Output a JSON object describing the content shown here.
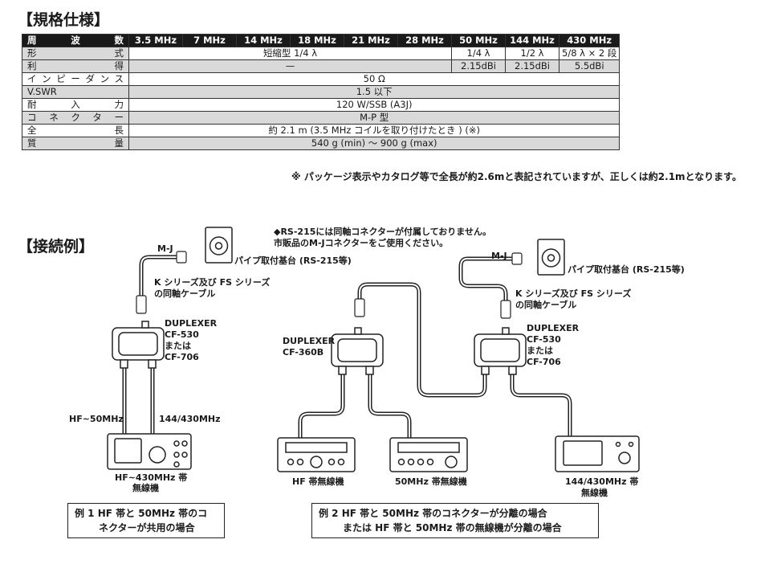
{
  "spec": {
    "heading": "【規格仕様】",
    "header_label": "周 波 数",
    "bands": [
      "3.5 MHz",
      "7 MHz",
      "14 MHz",
      "18 MHz",
      "21 MHz",
      "28 MHz",
      "50 MHz",
      "144 MHz",
      "430 MHz"
    ],
    "rows": {
      "form": {
        "label": "形式",
        "hf": "短縮型 1/4 λ",
        "b50": "1/4 λ",
        "b144": "1/2 λ",
        "b430": "5/8 λ × 2 段"
      },
      "gain": {
        "label": "利得",
        "hf": "—",
        "b50": "2.15dBi",
        "b144": "2.15dBi",
        "b430": "5.5dBi"
      },
      "impedance": {
        "label": "インピーダンス",
        "value": "50 Ω"
      },
      "vswr": {
        "label": "V.SWR",
        "value": "1.5 以下"
      },
      "power": {
        "label": "耐入力",
        "value": "120 W/SSB (A3J)"
      },
      "connector": {
        "label": "コネクター",
        "value": "M-P 型"
      },
      "length": {
        "label": "全長",
        "value": "約 2.1 m (3.5 MHz コイルを取り付けたとき ) (※)"
      },
      "weight": {
        "label": "質量",
        "value": "540 g (min) 〜 900 g (max)"
      }
    },
    "note": "※ パッケージ表示やカタログ等で全長が約2.6mと表記されていますが、正しくは約2.1mとなります。"
  },
  "connection": {
    "heading": "【接続例】",
    "notice_line1": "◆RS-215には同軸コネクターが付属しておりません。",
    "notice_line2": "市販品のM-Jコネクターをご使用ください。",
    "mj": "M-J",
    "pipe_mount": "パイプ取付基台 (RS-215等)",
    "cable_line1": "K シリーズ及び FS シリーズ",
    "cable_line2": "の同軸ケーブル",
    "duplexer": "DUPLEXER",
    "cf530": "CF-530",
    "or": "または",
    "cf706": "CF-706",
    "cf360b": "CF-360B",
    "hf50": "HF~50MHz",
    "vuhf": "144/430MHz",
    "radio1_line1": "HF~430MHz 帯",
    "radio1_line2": "無線機",
    "radio_hf": "HF 帯無線機",
    "radio_50": "50MHz 帯無線機",
    "radio_vu_line1": "144/430MHz 帯",
    "radio_vu_line2": "無線機",
    "ex1_line1": "例 1  HF 帯と 50MHz 帯のコ",
    "ex1_line2": "ネクターが共用の場合",
    "ex2_line1": "例 2  HF 帯と 50MHz 帯のコネクターが分離の場合",
    "ex2_line2": "または HF 帯と 50MHz 帯の無線機が分離の場合"
  }
}
